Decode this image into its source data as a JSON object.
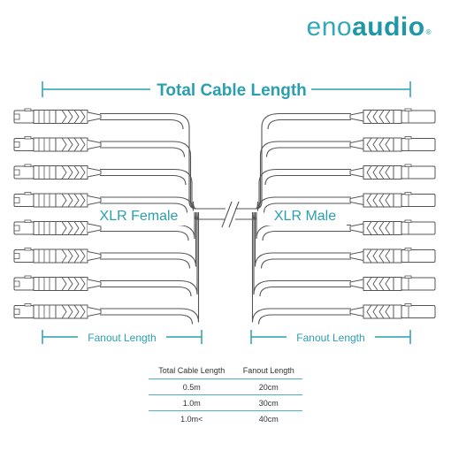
{
  "brand": {
    "name_light": "eno",
    "name_bold": "audio",
    "mark": "®"
  },
  "diagram": {
    "total_label": "Total Cable Length",
    "left_group_label": "XLR Female",
    "right_group_label": "XLR Male",
    "fanout_left_label": "Fanout Length",
    "fanout_right_label": "Fanout Length",
    "channels_per_side": 8
  },
  "spec_table": {
    "headers": [
      "Total Cable Length",
      "Fanout Length"
    ],
    "rows": [
      [
        "0.5m",
        "20cm"
      ],
      [
        "1.0m",
        "30cm"
      ],
      [
        "1.0m<",
        "40cm"
      ]
    ]
  },
  "colors": {
    "accent": "#2b9fb0",
    "outline": "#555555",
    "text": "#333333"
  }
}
